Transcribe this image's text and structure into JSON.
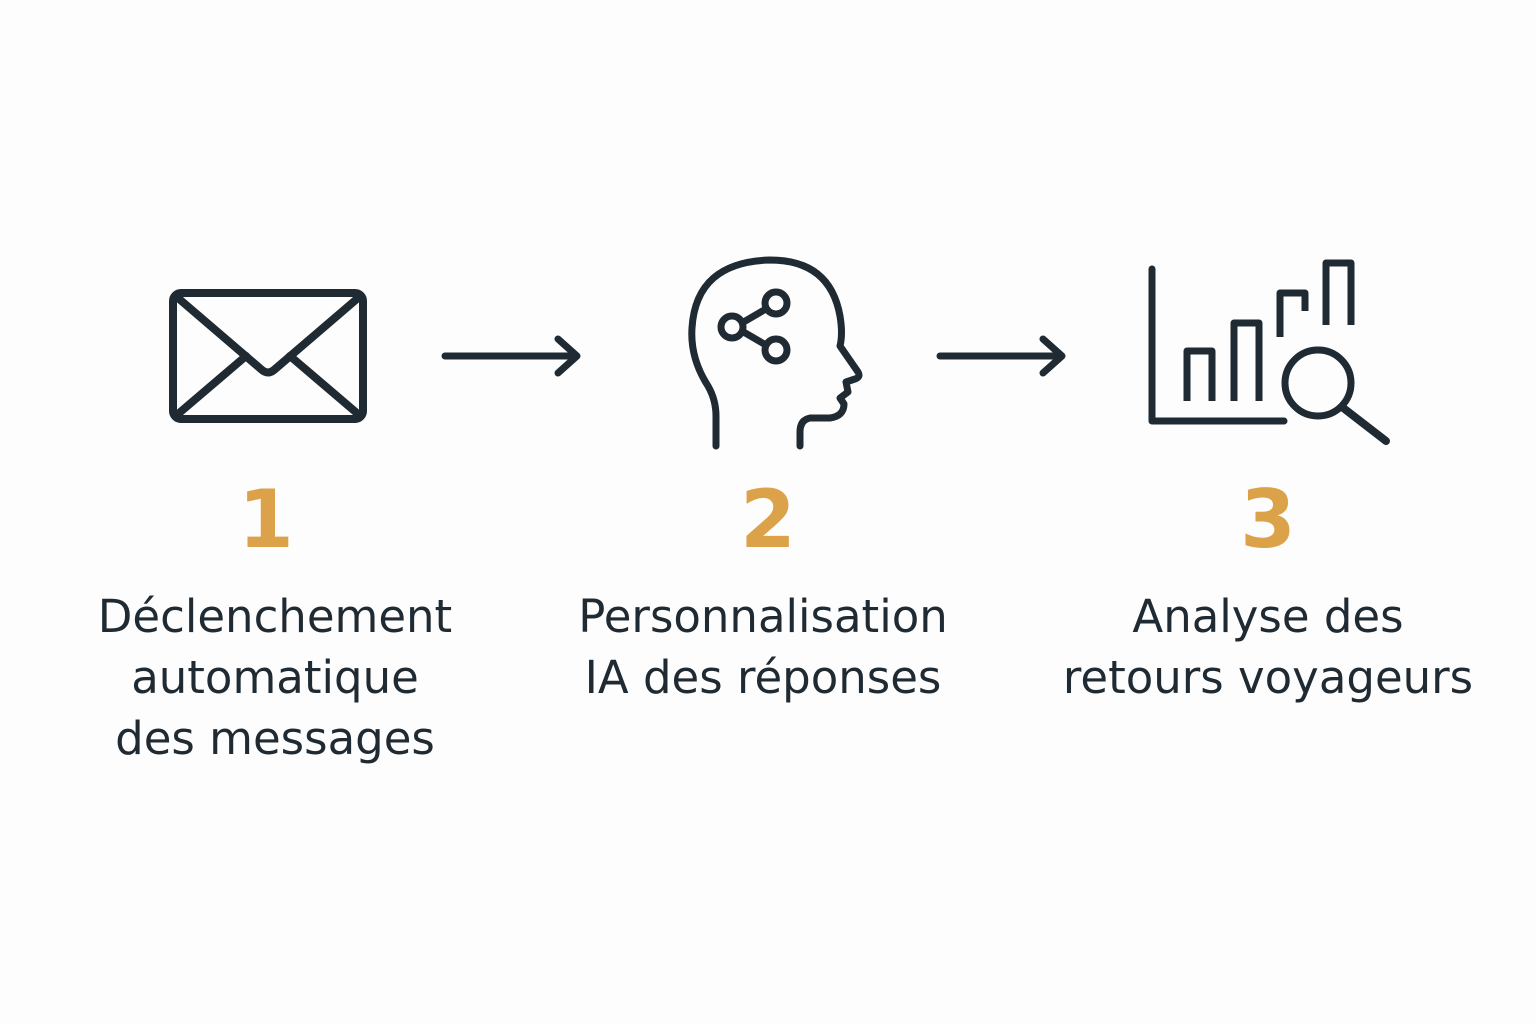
{
  "colors": {
    "ink": "#1f2a32",
    "accent": "#dba24a",
    "background": "#fdfdfd"
  },
  "steps": [
    {
      "number": "1",
      "icon": "envelope-icon",
      "lines": [
        "Déclenchement",
        "automatique",
        "des messages"
      ]
    },
    {
      "number": "2",
      "icon": "head-network-icon",
      "lines": [
        "Personnalisation",
        "IA des réponses"
      ]
    },
    {
      "number": "3",
      "icon": "bar-chart-magnifier-icon",
      "lines": [
        "Analyse des",
        "retours voyageurs"
      ]
    }
  ],
  "connectors": [
    "arrow-right-icon",
    "arrow-right-icon"
  ]
}
